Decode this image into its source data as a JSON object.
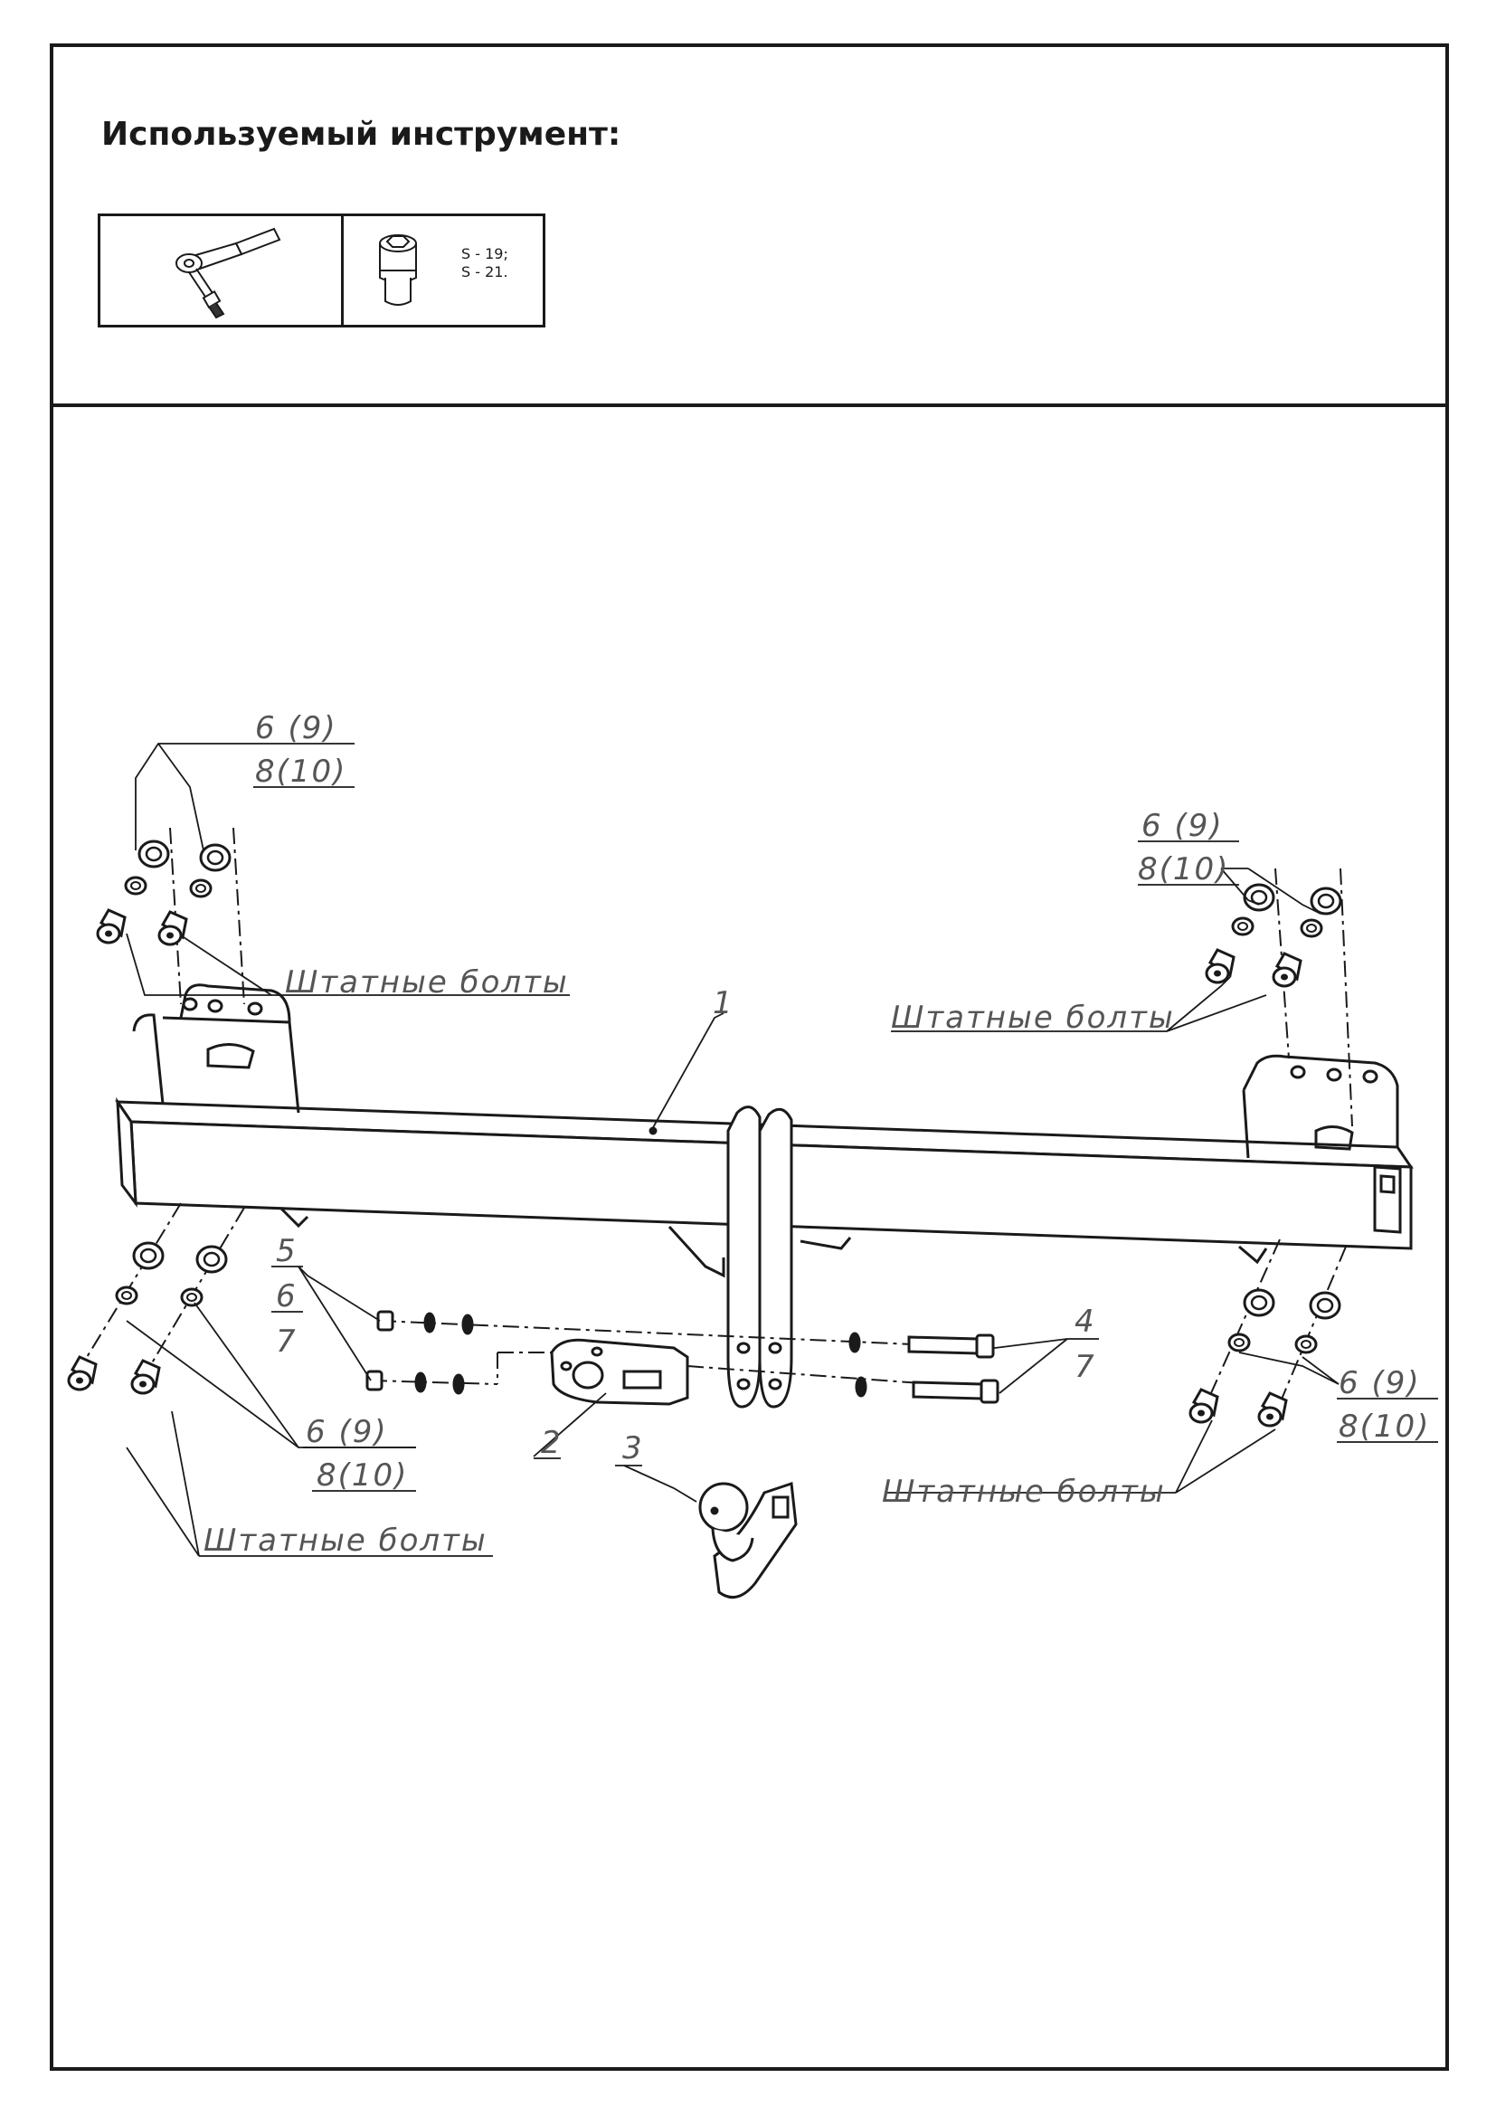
{
  "header": {
    "title": "Используемый инструмент:"
  },
  "tools": {
    "socket_sizes": [
      "S - 19;",
      "S - 21."
    ]
  },
  "labels": {
    "washer_spec_top": "6 (9)",
    "washer_spec_bottom": "8(10)",
    "standard_bolts": "Штатные болты",
    "part_1": "1",
    "part_2": "2",
    "part_3": "3",
    "part_4": "4",
    "part_5": "5",
    "part_6": "6",
    "part_7": "7"
  }
}
